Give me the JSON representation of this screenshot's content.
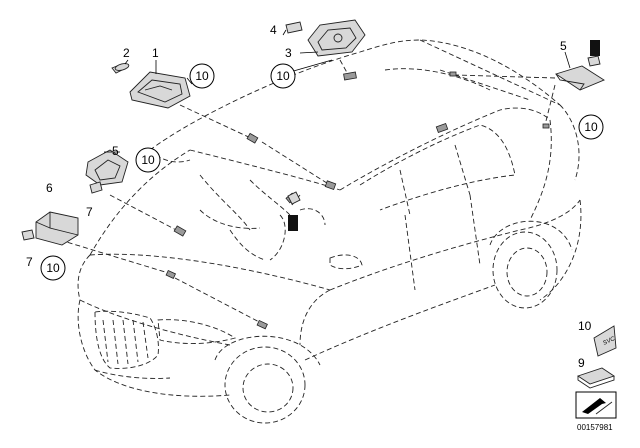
{
  "callouts": {
    "c1": "1",
    "c2": "2",
    "c3": "3",
    "c4": "4",
    "c5a": "5",
    "c5b": "5",
    "c6": "6",
    "c7a": "7",
    "c7b": "7",
    "c9": "9",
    "c10legend": "10",
    "ref10": "10"
  },
  "stamp": "SVC",
  "diagram_id": "00157981"
}
